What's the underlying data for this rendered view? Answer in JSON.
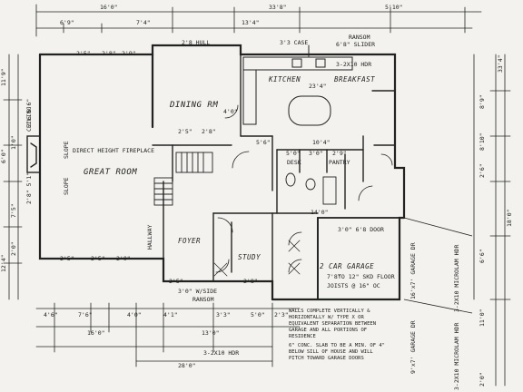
{
  "rooms": {
    "dining": "DINING RM",
    "great_room": "GREAT ROOM",
    "kitchen": "KITCHEN",
    "breakfast": "BREAKFAST",
    "foyer": "FOYER",
    "study": "STUDY",
    "garage": "2 CAR GARAGE",
    "desk": "DESK",
    "pantry": "PANTRY"
  },
  "labels": {
    "top_overall": "33'8\"",
    "top_left": "16'0\"",
    "top_right": "5'10\"",
    "d_6_9": "6'9\"",
    "d_7_4": "7'4\"",
    "d_13_4": "13'4\"",
    "d_2_5_top": "2'5\"",
    "d_2_8": "2'8\"",
    "d_2_9": "2'9\"",
    "hull_top": "2'8 HULL",
    "case_top": "3'3 CASE",
    "ransom_top": "RANSOM",
    "slider_top": "6'8\" SLIDER",
    "hdr_kitchen": "3-2X10 HDR",
    "d_23_4": "23'4\"",
    "d_10_4": "10'4\"",
    "d_5_6": "5'6\"",
    "d_4_0": "4'0\"",
    "d_5_0": "5'0\"",
    "d_3_0": "3'0\"",
    "d_2_9_cl": "2'9\"",
    "d_2_5b": "2'5\"",
    "d_2_8b": "2'8\"",
    "fireplace_note": "DIRECT HEIGHT FIREPLACE",
    "slope_a": "SLOPE",
    "slope_b": "SLOPE",
    "ceiling": "CEILING",
    "hallway": "HALLWAY",
    "closet_door": "3'0\" 6'8 DOOR",
    "room_top_dim": "14'0\"",
    "garage_sub1": "7'8\"",
    "garage_sub2": "TO 12\" SKD FLOOR",
    "garage_sub3": "JOISTS @ 16\" OC",
    "foyer_note": "3'0\" W/SIDE",
    "foyer_note2": "RANSOM",
    "b_4_6": "4'6\"",
    "b_7_6": "7'6\"",
    "b_4_0": "4'0\"",
    "b_4_1": "4'1\"",
    "b_3_3": "3'3\"",
    "b_5_0": "5'0\"",
    "b_2_3": "2'3\"",
    "b_16_0": "16'0\"",
    "b_13_0": "13'0\"",
    "b_28_0": "28'0\"",
    "hdr_bottom": "3-2X10 HDR",
    "wall_note": "WALLS COMPLETE VERTICALLY & HORIZONTALLY W/ TYPE X OR EQUIVALENT SEPARATION BETWEEN GARAGE AND ALL PORTIONS OF RESIDENCE",
    "slab_note": "6\" CONC. SLAB TO BE A MIN. OF 4\" BELOW SILL OF HOUSE AND WILL PITCH TOWARD GARAGE DOORS",
    "garage_door1": "16'x7' GARAGE DR",
    "garage_door2": "9'x7' GARAGE DR",
    "hdr_right1": "3-2X10 MICROLAM HDR",
    "hdr_right2": "3-2X10 MICROLAM HDR",
    "r_33_4": "33'4\"",
    "r_8_9": "8'9\"",
    "r_8_10": "8'10\"",
    "r_2_6": "2'6\"",
    "r_6_6": "6'6\"",
    "r_11_0": "11'0\"",
    "r_18_0": "18'0\"",
    "r_2_0": "2'0\"",
    "l_11_9": "11'9\"",
    "l_6_0": "6'0\"",
    "l_1_0": "1'0\"",
    "l_7_5": "7'5\"",
    "l_2_0": "2'0\"",
    "l_12_4": "12'4\"",
    "ww_a": "2'8\" 5'1\"",
    "ww_b": "2'6 5'6\"",
    "dims_bottom_a": "2'5\"",
    "dims_bottom_b": "2'5\"",
    "dims_bottom_c": "2'0\"",
    "dims_bottom_d": "2'5\"",
    "dims_bottom_e": "2'8\""
  }
}
